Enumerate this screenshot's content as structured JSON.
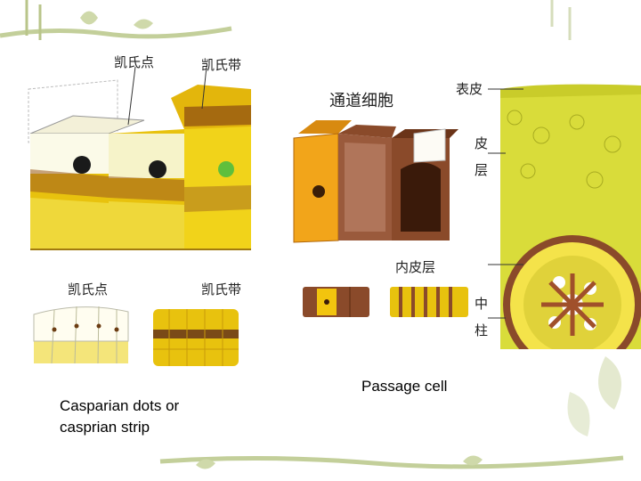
{
  "left_panel": {
    "label_dots_top": "凯氏点",
    "label_band_top": "凯氏带",
    "label_dots_bottom": "凯氏点",
    "label_band_bottom": "凯氏带"
  },
  "middle_panel": {
    "label_passage_cell": "通道细胞",
    "label_endodermis": "内皮层"
  },
  "right_panel": {
    "label_epidermis": "表皮",
    "label_cortex_1": "皮",
    "label_cortex_2": "层",
    "label_stele_1": "中",
    "label_stele_2": "柱"
  },
  "captions": {
    "passage_cell": "Passage cell",
    "casparian_line1": "Casparian dots or",
    "casparian_line2": "casprian strip"
  },
  "colors": {
    "yellow": "#e8c20e",
    "brown": "#8a4a2a",
    "cortex": "#d9dc3a",
    "deco_green": "#c9d3a4"
  }
}
